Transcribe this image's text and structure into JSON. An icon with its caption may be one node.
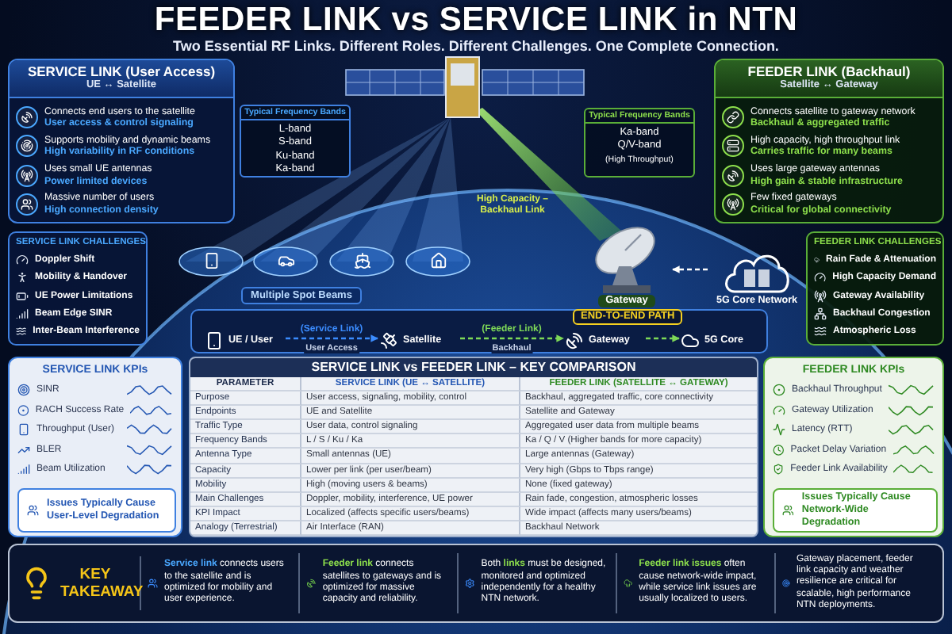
{
  "diagram": {
    "title": "FEEDER LINK vs SERVICE LINK in NTN",
    "nodes": [
      {
        "text": [
          "**SERVICE LINK** (User Access)",
          "UE ↔ Satellite",
          "Connects end users to the satellite",
          "User access & control signaling",
          "Supports mobility and dynamic beams",
          "High variability in RF conditions",
          "Uses small UE antennas",
          "Power limited devices",
          "Massive number of users",
          "High connection density"
        ]
      },
      {
        "text": [
          "Typical Frequency Bands",
          "L-band",
          "S-band",
          "Ku-band",
          "Ka-band"
        ]
      },
      {
        "text": [
          "Typical Frequency Bands",
          "Ka-band",
          "Q/V-band",
          "(High Throughput)"
        ]
      },
      {
        "text": [
          "**FEEDER LINK** (Backhaul)",
          "Satellite ↔ Gateway",
          "Connects satellite to gateway network",
          "Backhaul & aggregated traffic",
          "High capacity, high throughput link",
          "Carries traffic for many beams",
          "Uses large gateway antennas",
          "High gain & stable infrastructure",
          "Few fixed gateways",
          "Critical for global connectivity"
        ]
      },
      {
        "text": [
          "SERVICE LINK CHALLENGES",
          "Doppler Shift",
          "Mobility & Handover",
          "UE Power Limitations",
          "Beam Edge SINR",
          "Inter-Beam Interference"
        ]
      },
      {
        "text": [
          "Multiple Spot Beams"
        ]
      },
      {
        "text": [
          "Gateway"
        ]
      },
      {
        "text": [
          "5G Core Network"
        ]
      },
      {
        "text": [
          "FEEDER LINK CHALLENGES",
          "Rain Fade & Attenuation",
          "High Capacity Demand",
          "Gateway Availability",
          "Backhaul Congestion",
          "Atmospheric Loss"
        ]
      },
      {
        "text": [
          "END-TO-END PATH"
        ]
      },
      {
        "text": [
          "UE / User"
        ],
        "in": 9
      },
      {
        "text": [
          "Satellite"
        ],
        "in": 9
      },
      {
        "text": [
          "Gateway"
        ],
        "in": 9
      },
      {
        "text": [
          "5G Core"
        ],
        "in": 9
      },
      {
        "text": [
          "SERVICE LINK KPIs",
          "SINR",
          "RACH Success Rate",
          "Throughput (User)",
          "BLER",
          "Beam Utilization"
        ]
      },
      {
        "text": [
          "Issues Typically Cause User-Level Degradation"
        ],
        "in": 14
      },
      {
        "text": [
          "SERVICE LINK vs FEEDER LINK – KEY COMPARISON"
        ]
      },
      {
        "text": [
          "FEEDER LINK KPIs",
          "Backhaul Throughput",
          "Gateway Utilization",
          "Latency (RTT)",
          "Packet Delay Variation",
          "Feeder Link Availability"
        ]
      },
      {
        "text": [
          "Issues Typically Cause Network-Wide Degradation"
        ],
        "in": 17
      },
      {
        "text": [
          "KEY TAKEAWAY",
          "**Service link** connects users to the satellite and is optimized for mobility and user experience.",
          "**Feeder link** connects satellites to gateways and is optimized for massive capacity and reliability.",
          "Both **links** must be designed, monitored and optimized independently for a healthy NTN network.",
          "**Feeder link issues** often cause network-wide impact, while service link issues are usually localized to users.",
          "Gateway placement, feeder link capacity and weather resilience are critical for scalable, high performance NTN deployments."
        ]
      }
    ],
    "edges": [
      {
        "from": 7,
        "to": 6,
        "arrow": "to",
        "style": "dashed",
        "color": "#ffffff"
      },
      {
        "from": 10,
        "to": 11,
        "arrow": "to",
        "style": "dashed",
        "color": "#3b8cff",
        "label": "(Service Link)"
      },
      {
        "from": 11,
        "to": 12,
        "arrow": "to",
        "style": "dashed",
        "color": "#7ed957",
        "label": "(Feeder Link)"
      },
      {
        "from": 12,
        "to": 13,
        "arrow": "to",
        "style": "dashed",
        "color": "#7ed957"
      }
    ],
    "labels": [
      "Two Essential RF Links. Different Roles. Different Challenges. One Complete Connection.",
      "High Capacity – Backhaul Link",
      "User Access",
      "Backhaul",
      "PARAMETER",
      "SERVICE LINK (UE ↔ SATELLITE)",
      "FEEDER LINK (SATELLITE ↔ GATEWAY)",
      "Purpose",
      "User access, signaling, mobility, control",
      "Backhaul, aggregated traffic, core connectivity",
      "Endpoints",
      "UE and Satellite",
      "Satellite and Gateway",
      "Traffic Type",
      "User data, control signaling",
      "Aggregated user data from multiple beams",
      "Frequency Bands",
      "L / S / Ku / Ka",
      "Ka / Q / V (Higher bands for more capacity)",
      "Antenna Type",
      "Small antennas (UE)",
      "Large antennas (Gateway)",
      "Capacity",
      "Lower per link (per user/beam)",
      "Very high (Gbps to Tbps range)",
      "Mobility",
      "High (moving users & beams)",
      "None (fixed gateway)",
      "Main Challenges",
      "Doppler, mobility, interference, UE power",
      "Rain fade, congestion, atmospheric losses",
      "KPI Impact",
      "Localized (affects specific users/beams)",
      "Wide impact (affects many users/beams)",
      "Analogy (Terrestrial)",
      "Air Interface (RAN)",
      "Backhaul Network"
    ]
  }
}
